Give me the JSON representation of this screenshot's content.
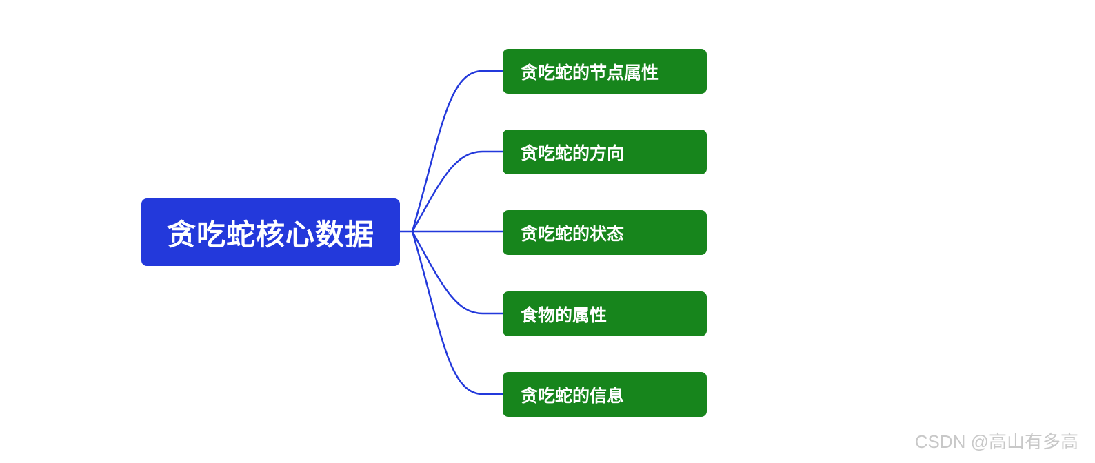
{
  "mindmap": {
    "root": {
      "label": "贪吃蛇核心数据",
      "color": "#2339db"
    },
    "children": [
      {
        "label": "贪吃蛇的节点属性"
      },
      {
        "label": "贪吃蛇的方向"
      },
      {
        "label": "贪吃蛇的状态"
      },
      {
        "label": "食物的属性"
      },
      {
        "label": "贪吃蛇的信息"
      }
    ],
    "child_color": "#17851c",
    "connector_color": "#2339db"
  },
  "watermark": {
    "text": "CSDN @高山有多高"
  }
}
